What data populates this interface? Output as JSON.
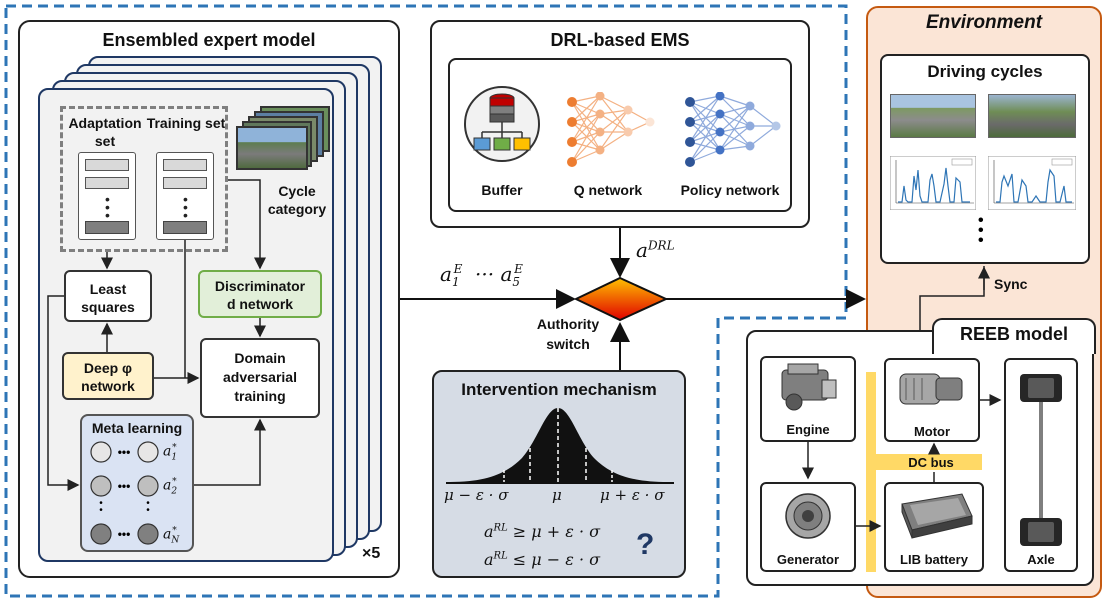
{
  "ensemble": {
    "title": "Ensembled expert model",
    "adaptation_set": "Adaptation set",
    "training_set": "Training set",
    "cycle_category": "Cycle category",
    "least_squares": "Least squares",
    "discriminator_line1": "Discriminator",
    "discriminator_line2": "d network",
    "deep_phi_line1": "Deep φ",
    "deep_phi_line2": "network",
    "domain_adv_line1": "Domain",
    "domain_adv_line2": "adversarial",
    "domain_adv_line3": "training",
    "meta_learning": "Meta learning",
    "meta_labels": [
      "a1*",
      "a2*",
      "aN*"
    ],
    "multiplier": "×5"
  },
  "drl": {
    "title": "DRL-based EMS",
    "buffer": "Buffer",
    "q_network": "Q network",
    "policy_network": "Policy network"
  },
  "actions": {
    "expert_actions": "a1E ··· a5E",
    "drl_action": "aDRL",
    "authority_switch_line1": "Authority",
    "authority_switch_line2": "switch"
  },
  "intervention": {
    "title": "Intervention mechanism",
    "label_left": "μ − ε · σ",
    "label_mid": "μ",
    "label_right": "μ + ε · σ",
    "condition1": "aRL ≥ μ + ε · σ",
    "condition2": "aRL ≤ μ − ε · σ",
    "question": "?"
  },
  "environment": {
    "title": "Environment",
    "driving_cycles": "Driving cycles",
    "sync": "Sync",
    "reeb_title": "REEB model",
    "engine": "Engine",
    "motor": "Motor",
    "dc_bus": "DC bus",
    "generator": "Generator",
    "battery": "LIB battery",
    "axle": "Axle"
  },
  "colors": {
    "dashed_border": "#2e75b6",
    "env_bg": "#fbe5d6",
    "env_border": "#c55a11",
    "ensemble_panel": "#f2f2f2",
    "discriminator_bg": "#e2efd9",
    "discriminator_border": "#70ad47",
    "deep_phi_bg": "#fff2cc",
    "meta_bg": "#dae3f3",
    "intervention_bg": "#d6dce5",
    "dc_bus": "#ffd966",
    "q_network": "#ed7d31",
    "policy_network": "#2f5597",
    "question": "#1f3864"
  }
}
